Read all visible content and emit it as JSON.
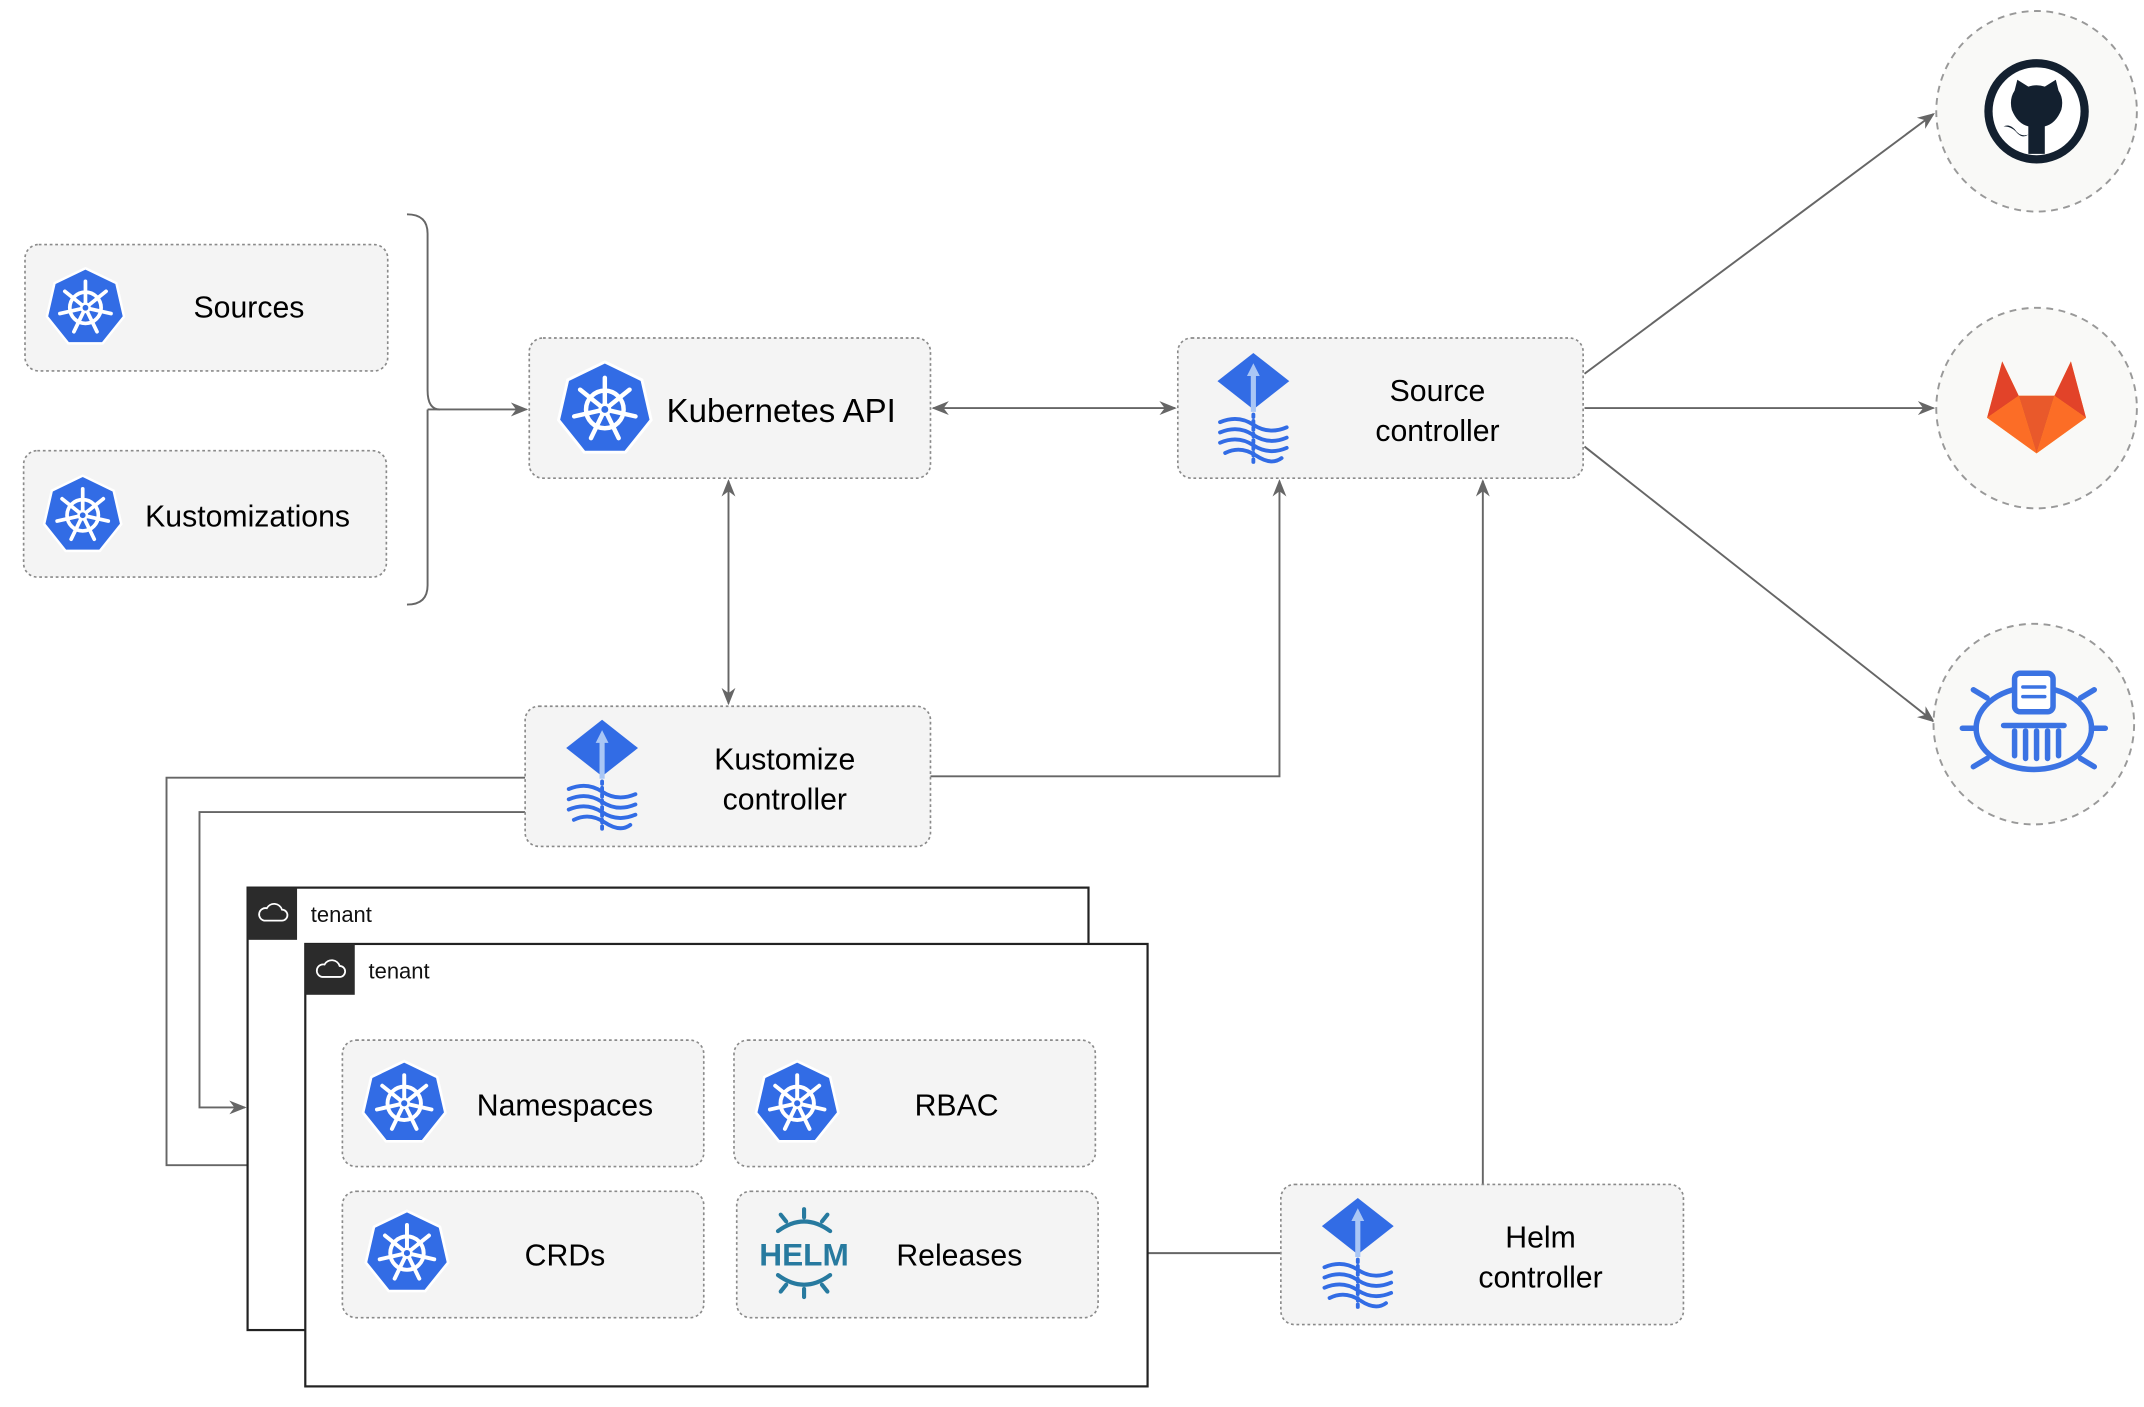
{
  "nodes": {
    "sources": "Sources",
    "kustomizations": "Kustomizations",
    "kubernetes_api": "Kubernetes API",
    "source_controller": [
      "Source",
      "controller"
    ],
    "kustomize_controller": [
      "Kustomize",
      "controller"
    ],
    "helm_controller": [
      "Helm",
      "controller"
    ],
    "namespaces": "Namespaces",
    "rbac": "RBAC",
    "crds": "CRDs",
    "releases": "Releases"
  },
  "tenants": [
    "tenant",
    "tenant"
  ],
  "logos": {
    "helm": "HELM"
  },
  "icons": {
    "kubernetes": "kubernetes-icon",
    "flux": "flux-icon",
    "github": "github-icon",
    "gitlab": "gitlab-icon",
    "bucket": "bucket-icon",
    "helm": "helm-icon",
    "cloud": "cloud-icon"
  },
  "colors": {
    "kubernetes_blue": "#326ce5",
    "helm_blue": "#277a9f",
    "github_dark": "#13202f",
    "gitlab_orange": "#e9592b",
    "edge": "#666666"
  }
}
